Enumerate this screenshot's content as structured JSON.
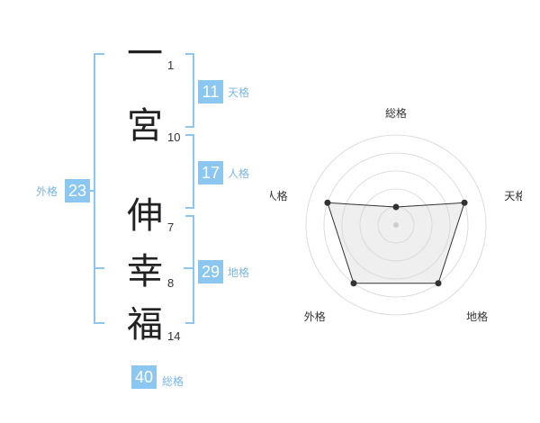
{
  "name_chars": [
    {
      "char": "一",
      "strokes": "1"
    },
    {
      "char": "宮",
      "strokes": "10"
    },
    {
      "char": "伸",
      "strokes": "7"
    },
    {
      "char": "幸",
      "strokes": "8"
    },
    {
      "char": "福",
      "strokes": "14"
    }
  ],
  "kakusu": {
    "tenkaku": {
      "value": "11",
      "label": "天格"
    },
    "jinkaku": {
      "value": "17",
      "label": "人格"
    },
    "chikaku": {
      "value": "29",
      "label": "地格"
    },
    "gaikaku": {
      "value": "23",
      "label": "外格"
    },
    "soukaku": {
      "value": "40",
      "label": "総格"
    }
  },
  "colors": {
    "accent": "#8cc7f1",
    "accent_text": "#7ab6e4"
  },
  "chart_data": {
    "type": "radar",
    "axes": [
      "総格",
      "天格",
      "地格",
      "外格",
      "人格"
    ],
    "values": [
      1,
      4,
      4,
      4,
      4
    ],
    "rmax": 5,
    "grid": true
  }
}
